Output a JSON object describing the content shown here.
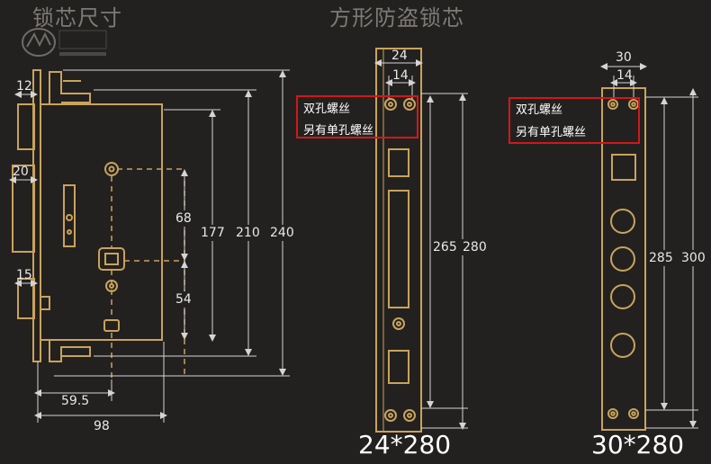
{
  "headings": {
    "left": "锁芯尺寸",
    "right": "方形防盗锁芯"
  },
  "colors": {
    "background": "#232120",
    "outline": "#c9a35b",
    "dimension": "#d4d4d4",
    "highlight_box": "#d01818",
    "text": "#ffffff"
  },
  "left_lock": {
    "dims": {
      "d12": "12",
      "d20": "20",
      "d15": "15",
      "d68": "68",
      "d54": "54",
      "d177": "177",
      "d210": "210",
      "d240": "240",
      "d59_5": "59.5",
      "d98": "98"
    }
  },
  "plate_24": {
    "top_outer": "24",
    "top_inner": "14",
    "inner_height": "265",
    "outer_height": "280",
    "notes": [
      "双孔螺丝",
      "另有单孔螺丝"
    ],
    "caption": "24*280"
  },
  "plate_30": {
    "top_outer": "30",
    "top_inner": "14",
    "inner_height": "285",
    "outer_height": "300",
    "notes": [
      "双孔螺丝",
      "另有单孔螺丝"
    ],
    "caption": "30*280"
  }
}
